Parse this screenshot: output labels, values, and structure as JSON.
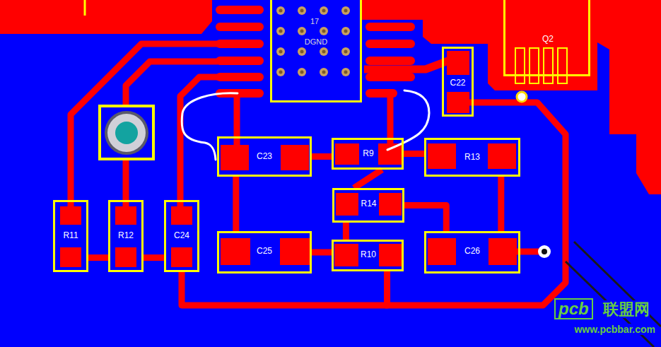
{
  "diagram": {
    "nodes": [
      {
        "text": [
          "17",
          "DGND"
        ]
      },
      {
        "text": [
          "C22"
        ]
      },
      {
        "text": [
          "Q2"
        ]
      },
      {
        "text": [
          "C23"
        ]
      },
      {
        "text": [
          "R9"
        ]
      },
      {
        "text": [
          "R13"
        ]
      },
      {
        "text": [
          "R14"
        ]
      },
      {
        "text": [
          "R11"
        ]
      },
      {
        "text": [
          "R12"
        ]
      },
      {
        "text": [
          "C24"
        ]
      },
      {
        "text": [
          "C25"
        ]
      },
      {
        "text": [
          "R10"
        ]
      },
      {
        "text": [
          "C26"
        ]
      }
    ],
    "edges": [
      {
        "from": 3,
        "to": 4,
        "arrow": "none"
      },
      {
        "from": 4,
        "to": 5,
        "arrow": "none"
      },
      {
        "from": 4,
        "to": 6,
        "arrow": "none"
      },
      {
        "from": 5,
        "to": 12,
        "arrow": "none"
      },
      {
        "from": 6,
        "to": 11,
        "arrow": "none"
      },
      {
        "from": 6,
        "to": 12,
        "arrow": "none"
      },
      {
        "from": 3,
        "to": 10,
        "arrow": "none"
      },
      {
        "from": 7,
        "to": 8,
        "arrow": "none"
      },
      {
        "from": 8,
        "to": 9,
        "arrow": "none"
      },
      {
        "from": 10,
        "to": 11,
        "arrow": "none"
      },
      {
        "from": 9,
        "to": 11,
        "arrow": "none"
      }
    ],
    "labels": [
      "pcb",
      "联盟网",
      "www.pcbbar.com"
    ]
  }
}
